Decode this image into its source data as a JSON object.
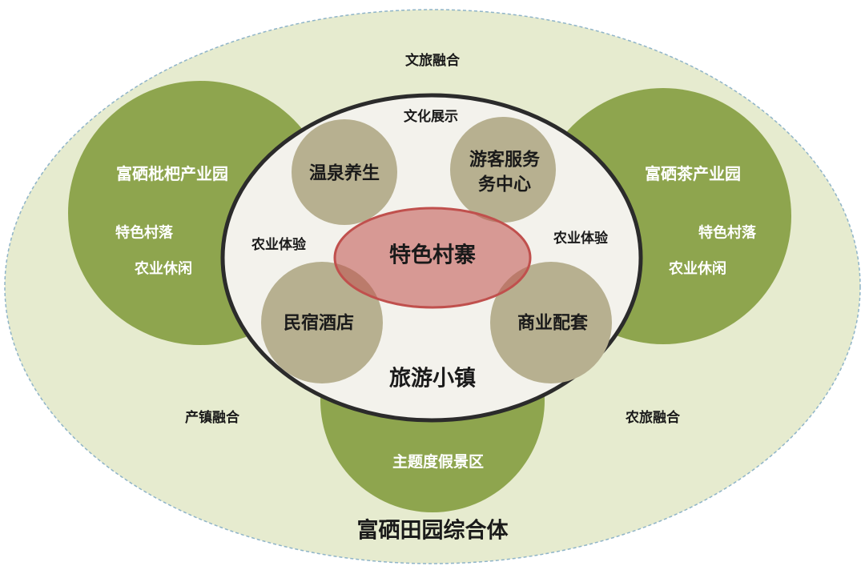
{
  "title": "富硒田园综合体",
  "outer_labels": {
    "top": "文旅融合",
    "left_bottom": "产镇融合",
    "right_bottom": "农旅融合"
  },
  "left_circle": {
    "title": "富硒枇杷产业园",
    "items": [
      "特色村落",
      "农业休闲"
    ]
  },
  "right_circle": {
    "title": "富硒茶产业园",
    "items": [
      "特色村落",
      "农业休闲"
    ]
  },
  "bottom_circle": {
    "title": "主题度假景区"
  },
  "town": {
    "title": "旅游小镇",
    "top_label": "文化展示",
    "left_label": "农业体验",
    "right_label": "农业体验",
    "center": "特色村寨",
    "nodes": [
      "温泉养生",
      "游客服务",
      "务中心",
      "民宿酒店",
      "商业配套"
    ]
  },
  "colors": {
    "outer_fill": "#e6ebcf",
    "green": "#8ea54e",
    "tan": "#b7b090",
    "inner_fill": "#f3f2ec",
    "red": "#c0504d"
  }
}
